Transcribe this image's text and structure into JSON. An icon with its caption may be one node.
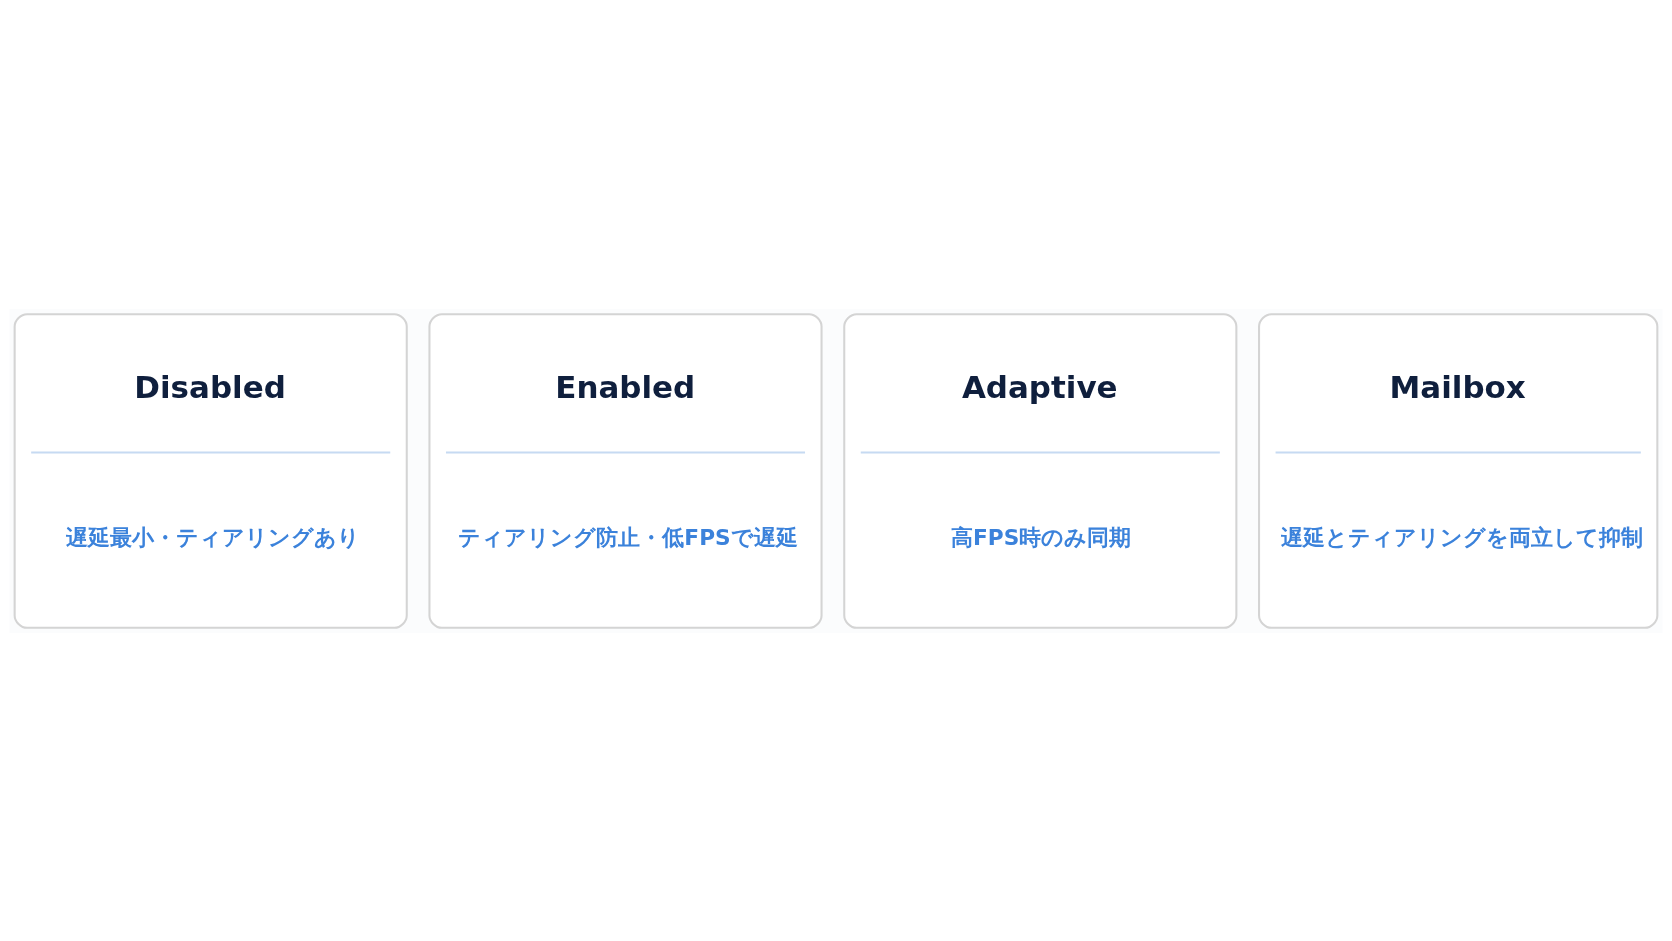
{
  "diagram": {
    "nodes": [
      {
        "text": [
          "Disabled",
          "遅延最小・ティアリングあり"
        ]
      },
      {
        "text": [
          "Enabled",
          "ティアリング防止・低FPSで遅延"
        ]
      },
      {
        "text": [
          "Adaptive",
          "高FPS時のみ同期"
        ]
      },
      {
        "text": [
          "Mailbox",
          "遅延とティアリングを両立して抑制"
        ]
      }
    ],
    "edges": []
  }
}
